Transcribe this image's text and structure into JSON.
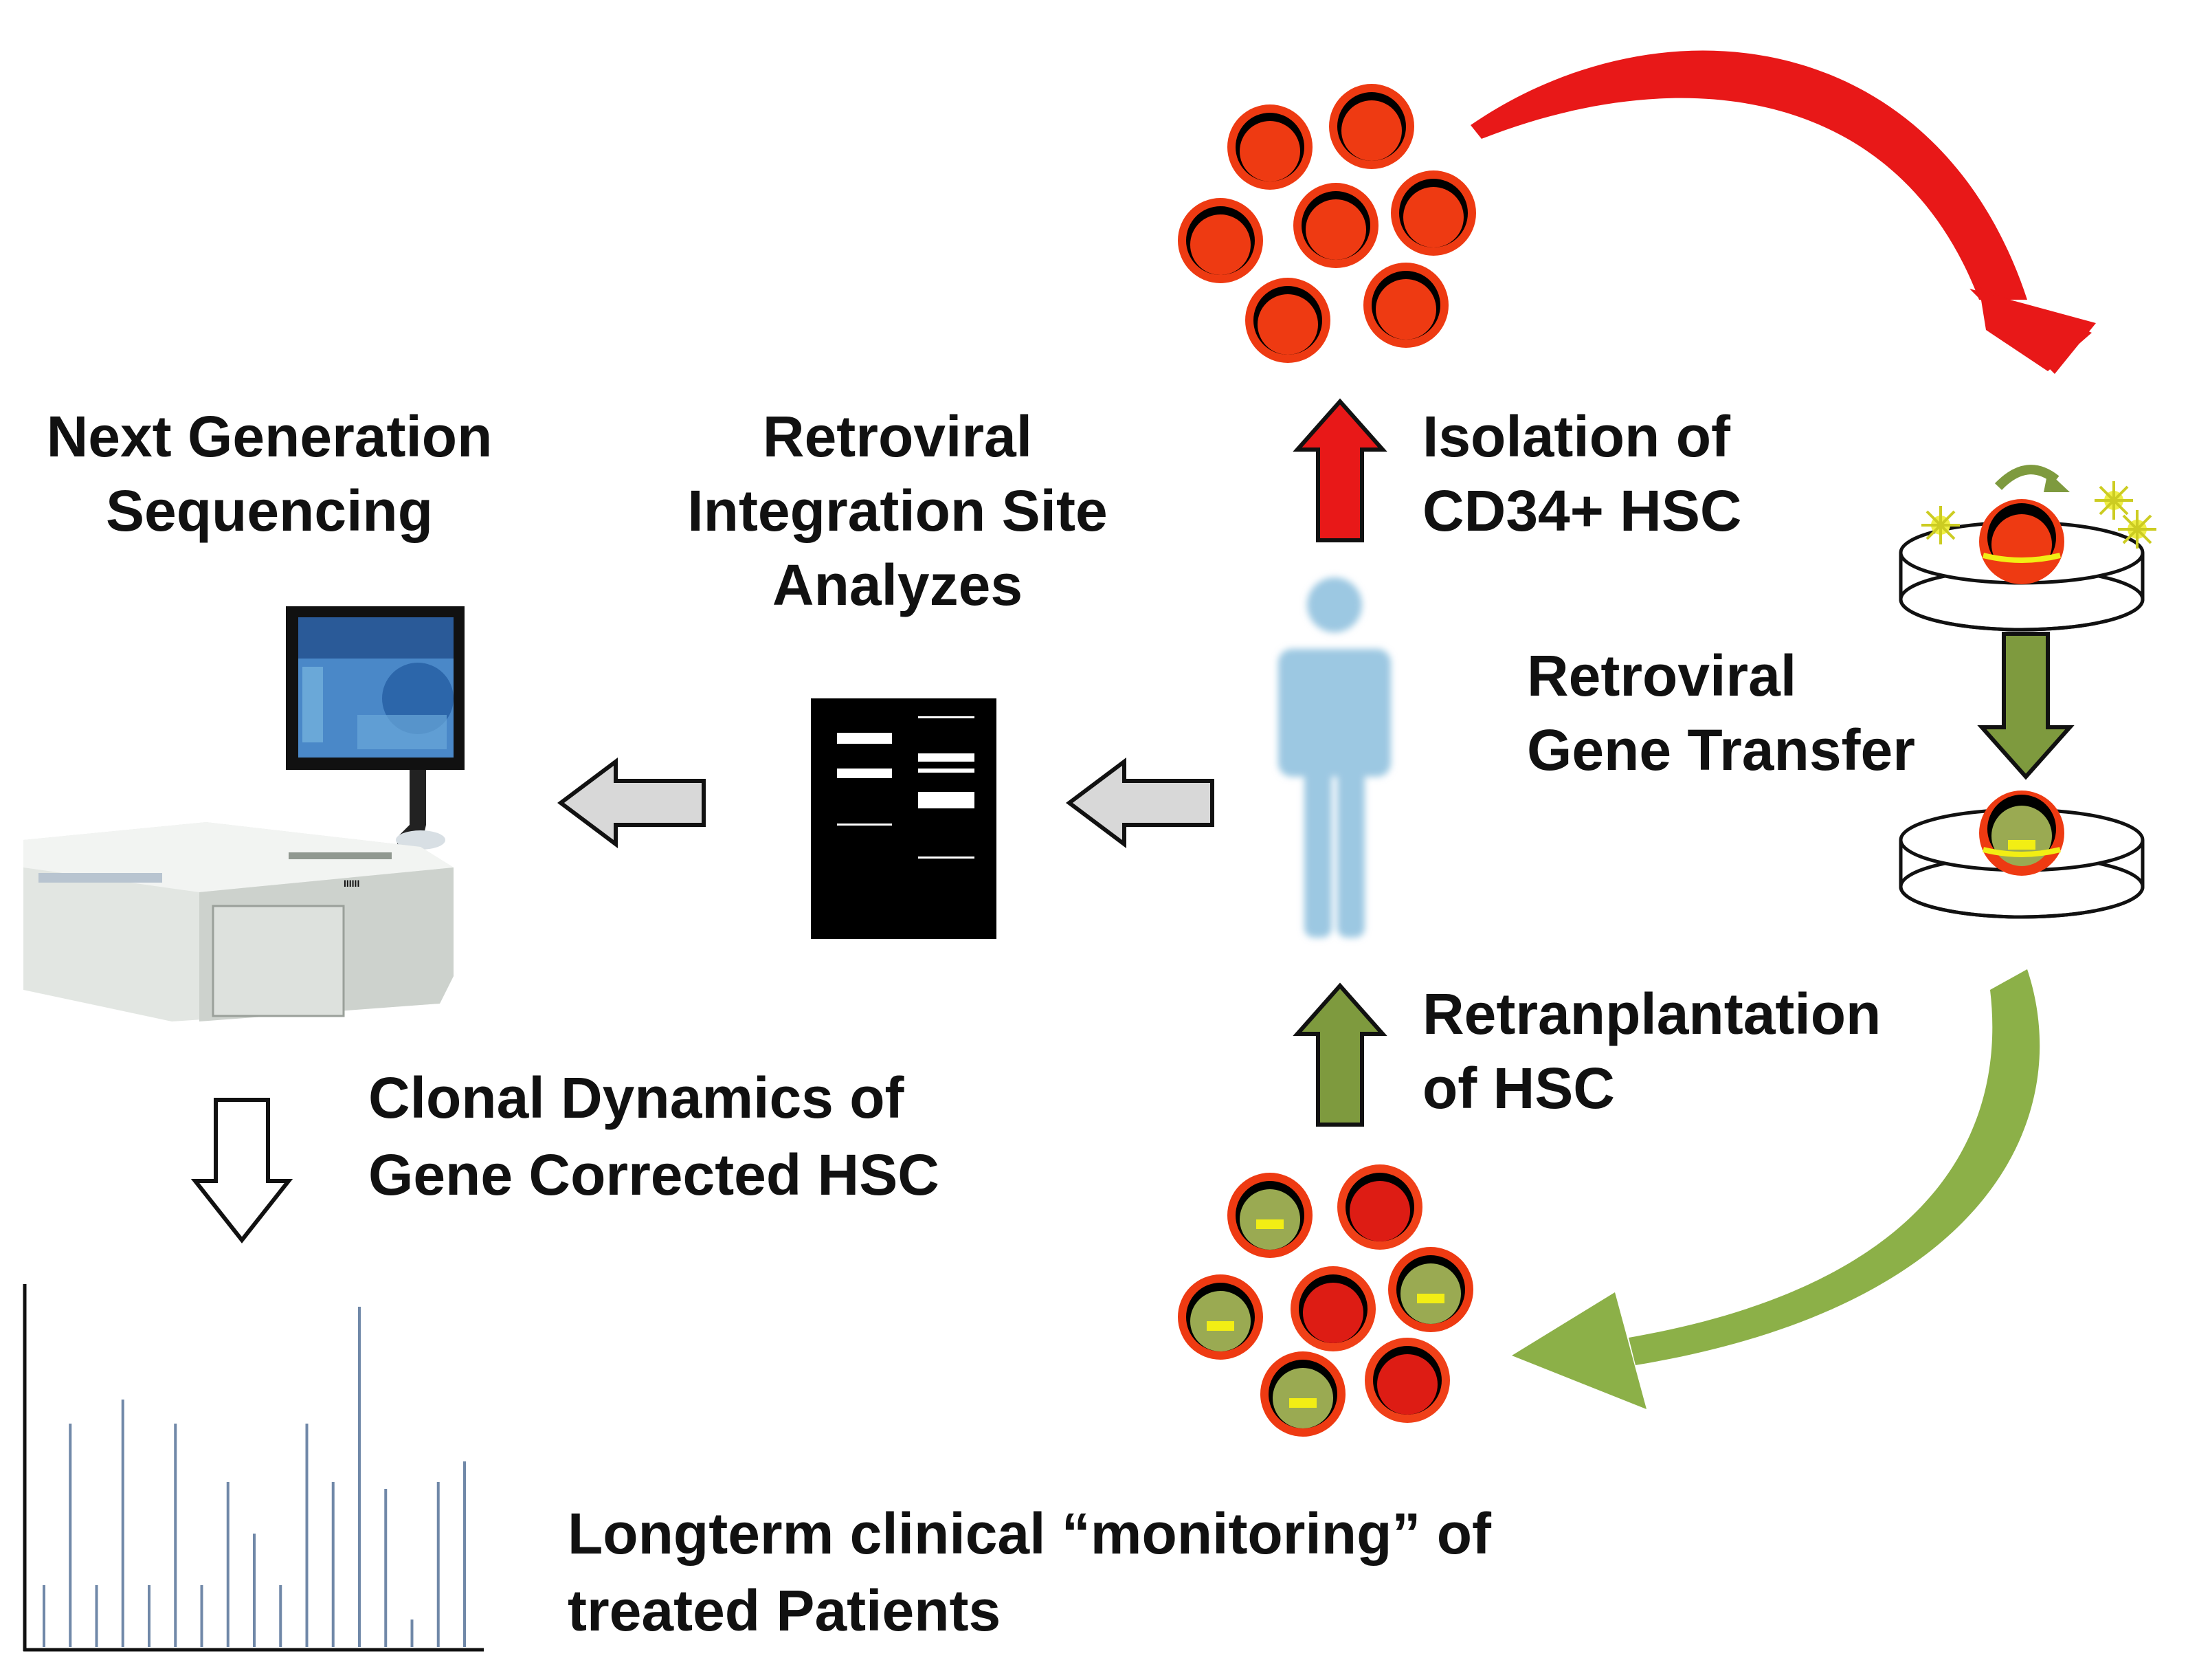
{
  "labels": {
    "ngs": [
      "Next Generation",
      "Sequencing"
    ],
    "ris": [
      "Retroviral",
      "Integration Site",
      "Analyzes"
    ],
    "isolation": [
      "Isolation of",
      "CD34+ HSC"
    ],
    "gene_transfer": [
      "Retroviral",
      "Gene Transfer"
    ],
    "retransplant": [
      "Retranplantation",
      "of HSC"
    ],
    "clonal": [
      "Clonal Dynamics of",
      "Gene Corrected HSC"
    ],
    "monitoring": [
      "Longterm clinical “monitoring” of",
      "treated Patients"
    ]
  },
  "clone_bar_heights": [
    0.18,
    0.65,
    0.18,
    0.72,
    0.18,
    0.65,
    0.18,
    0.48,
    0.33,
    0.18,
    0.65,
    0.48,
    0.99,
    0.46,
    0.08,
    0.48,
    0.54
  ],
  "colors": {
    "cell_red": "#ee3a12",
    "cell_dark_red": "#dd1c14",
    "cell_green": "#9aaa52",
    "arrow_red": "#e81818",
    "arrow_green": "#7e9a3e",
    "person": "#9cc8e2",
    "ris_panel": "#000000",
    "clone_bars": "#7088a8",
    "marker_yellow": "#f2ee14"
  }
}
